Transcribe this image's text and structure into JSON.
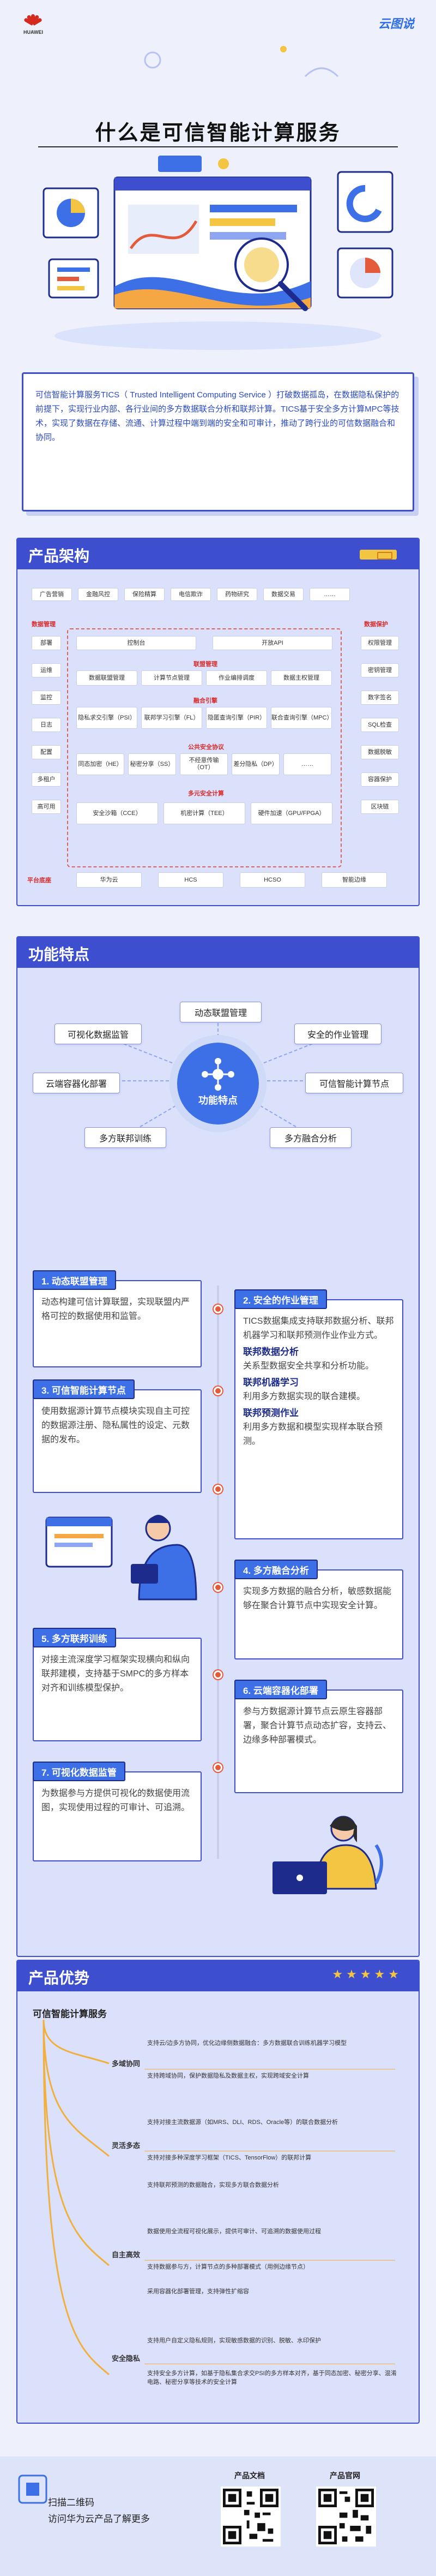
{
  "header": {
    "logo_text": "HUAWEI",
    "brand": "云图说"
  },
  "title": "什么是可信智能计算服务",
  "intro": "可信智能计算服务TICS（ Trusted Intelligent Computing Service ）打破数据孤岛，在数据隐私保护的前提下，实现行业内部、各行业间的多方数据联合分析和联邦计算。TICS基于安全多方计算MPC等技术，实现了数据在存储、流通、计算过程中端到端的安全和可审计，推动了跨行业的可信数据融合和协同。",
  "arch": {
    "title": "产品架构",
    "industries": [
      "广告营销",
      "金融风控",
      "保险精算",
      "电信欺诈",
      "药物研究",
      "数据交易",
      "……"
    ],
    "left_labels": [
      "数据管理",
      "部署",
      "运维",
      "监控",
      "日志",
      "配置",
      "多租户",
      "高可用"
    ],
    "right_labels": [
      "数据保护",
      "权限管理",
      "密钥管理",
      "数字签名",
      "SQL检查",
      "数据脱敏",
      "容器保护",
      "区块链"
    ],
    "top_row": [
      "控制台",
      "开放API"
    ],
    "fed_mgmt_label": "联盟管理",
    "fed_mgmt": [
      "数据联盟管理",
      "计算节点管理",
      "作业编排调度",
      "数据主权管理"
    ],
    "fusion_label": "融合引擎",
    "fusion": [
      "隐私求交引擎（PSI）",
      "联邦学习引擎（FL）",
      "隐匿查询引擎（PIR）",
      "联合查询引擎（MPC）"
    ],
    "pubsec_label": "公共安全协议",
    "pubsec": [
      "同态加密（HE）",
      "秘密分享（SS）",
      "不经意传输（OT）",
      "差分隐私（DP）",
      "……"
    ],
    "hw_label": "多元安全计算",
    "hw": [
      "安全沙箱（CCE）",
      "机密计算（TEE）",
      "硬件加速（GPU/FPGA）"
    ],
    "platform_label": "平台底座",
    "platform": [
      "华为云",
      "HCS",
      "HCSO",
      "智能边缘"
    ]
  },
  "features": {
    "title": "功能特点",
    "center": "功能特点",
    "nodes": [
      "动态联盟管理",
      "可视化数据监管",
      "安全的作业管理",
      "云端容器化部署",
      "可信智能计算节点",
      "多方联邦训练",
      "多方融合分析"
    ],
    "cards": [
      {
        "title": "1. 动态联盟管理",
        "text": "动态构建可信计算联盟，实现联盟内严格可控的数据使用和监管。"
      },
      {
        "title": "2. 安全的作业管理",
        "text": "TICS数据集成支持联邦数据分析、联邦机器学习和联邦预测作业作业方式。"
      },
      {
        "title": "3. 可信智能计算节点",
        "text": "使用数据源计算节点模块实现自主可控的数据源注册、隐私属性的设定、元数据的发布。"
      },
      {
        "title": "4. 多方融合分析",
        "text": "实现多方数据的融合分析，敏感数据能够在聚合计算节点中实现安全计算。"
      },
      {
        "title": "5. 多方联邦训练",
        "text": "对接主流深度学习框架实现横向和纵向联邦建模，支持基于SMPC的多方样本对齐和训练模型保护。"
      },
      {
        "title": "6. 云端容器化部署",
        "text": "参与方数据源计算节点云原生容器部署，聚合计算节点动态扩容，支持云、边缘多种部署模式。"
      },
      {
        "title": "7. 可视化数据监管",
        "text": "为数据参与方提供可视化的数据使用流图，实现使用过程的可审计、可追溯。"
      }
    ],
    "sub_items": [
      {
        "title": "联邦数据分析",
        "text": "关系型数据安全共享和分析功能。"
      },
      {
        "title": "联邦机器学习",
        "text": "利用多方数据实现的联合建模。"
      },
      {
        "title": "联邦预测作业",
        "text": "利用多方数据和模型实现样本联合预测。"
      }
    ]
  },
  "advantages": {
    "title": "产品优势",
    "root": "可信智能计算服务",
    "groups": [
      {
        "cat": "多域协同",
        "items": [
          "支持云/边多方协同，优化边缘侧数据融合：多方数据联合训练机器学习模型",
          "支持跨域协同，保护数据隐私及数据主权，实现跨域安全计算"
        ]
      },
      {
        "cat": "灵活多态",
        "items": [
          "支持对接主流数据源（如MRS、DLI、RDS、Oracle等）的联合数据分析",
          "支持对接多种深度学习框架（TICS、TensorFlow）的联邦计算",
          "支持联邦预测的数据融合，实现多方联合数据分析"
        ]
      },
      {
        "cat": "自主高效",
        "items": [
          "数据使用全流程可视化展示，提供可审计、可追溯的数据使用过程",
          "支持数据参与方，计算节点的多种部署模式（用例边缘节点）",
          "采用容器化部署管理，支持弹性扩缩容"
        ]
      },
      {
        "cat": "安全隐私",
        "items": [
          "支持用户自定义隐私规则，实现敏感数据的识别、脱敏、水印保护",
          "支持安全多方计算，如基于隐私集合求交PSI的多方样本对齐，基于同态加密、秘密分享、混淆电路、秘密分享等技术的安全计算"
        ]
      }
    ]
  },
  "footer": {
    "slogan1": "扫描二维码",
    "slogan2": "访问华为云产品了解更多",
    "qr1_title": "产品文档",
    "qr2_title": "产品官网"
  },
  "colors": {
    "primary": "#3d4ecf",
    "accent": "#3d6fe6",
    "red": "#d92b2b",
    "orange": "#f4c542"
  }
}
